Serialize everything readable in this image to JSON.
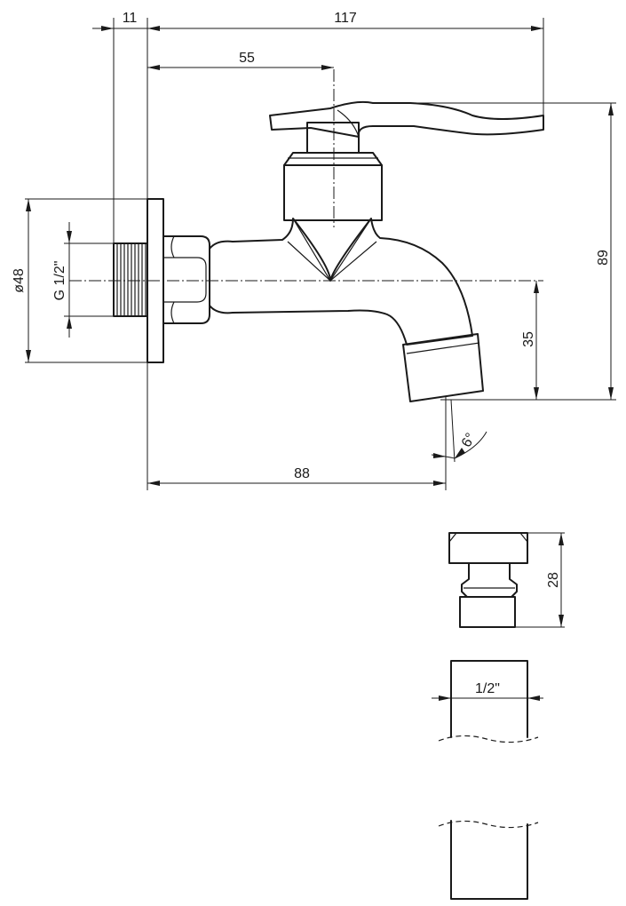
{
  "drawing": {
    "dimensions": {
      "flange_thickness": "11",
      "overall_length": "117",
      "axis_offset": "55",
      "overall_height": "89",
      "flange_diameter": "ø48",
      "thread": "G 1/2\"",
      "outlet_drop": "35",
      "outlet_angle": "6°",
      "projection": "88",
      "adapter_height": "28",
      "hose_size": "1/2\""
    }
  }
}
